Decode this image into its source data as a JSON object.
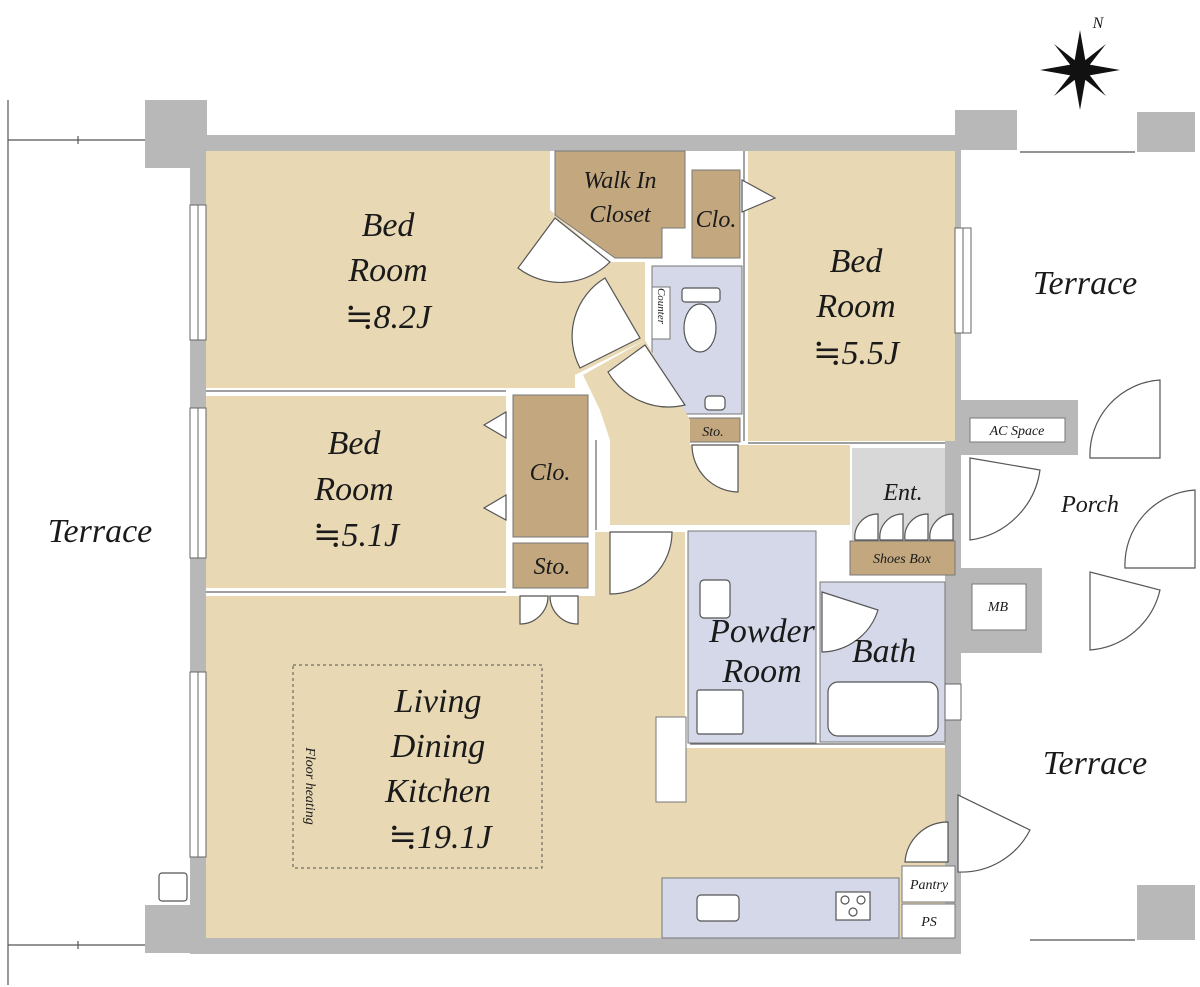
{
  "compass": {
    "label": "N"
  },
  "rooms": {
    "bed1": {
      "line1": "Bed",
      "line2": "Room",
      "size": "≒8.2J"
    },
    "bed2": {
      "line1": "Bed",
      "line2": "Room",
      "size": "≒5.5J"
    },
    "bed3": {
      "line1": "Bed",
      "line2": "Room",
      "size": "≒5.1J"
    },
    "walk_in_closet": {
      "line1": "Walk In",
      "line2": "Closet"
    },
    "clo_top": "Clo.",
    "clo_left": "Clo.",
    "sto_left": "Sto.",
    "sto_toilet": "Sto.",
    "counter": "Counter",
    "ldk": {
      "line1": "Living",
      "line2": "Dining",
      "line3": "Kitchen",
      "size": "≒19.1J",
      "floor_heating": "Floor heating"
    },
    "powder_room": {
      "line1": "Powder",
      "line2": "Room"
    },
    "bath": "Bath",
    "entrance": "Ent.",
    "shoes_box": "Shoes Box",
    "ac_space": "AC Space",
    "porch": "Porch",
    "mb": "MB",
    "pantry": "Pantry",
    "ps": "PS"
  },
  "terraces": {
    "west": "Terrace",
    "northeast": "Terrace",
    "southeast": "Terrace"
  },
  "colors": {
    "floor": "#e8d8b4",
    "storage": "#c2a77f",
    "wet": "#d4d8e8",
    "wall": "#b8b8b8",
    "entry": "#d8d8d8"
  }
}
